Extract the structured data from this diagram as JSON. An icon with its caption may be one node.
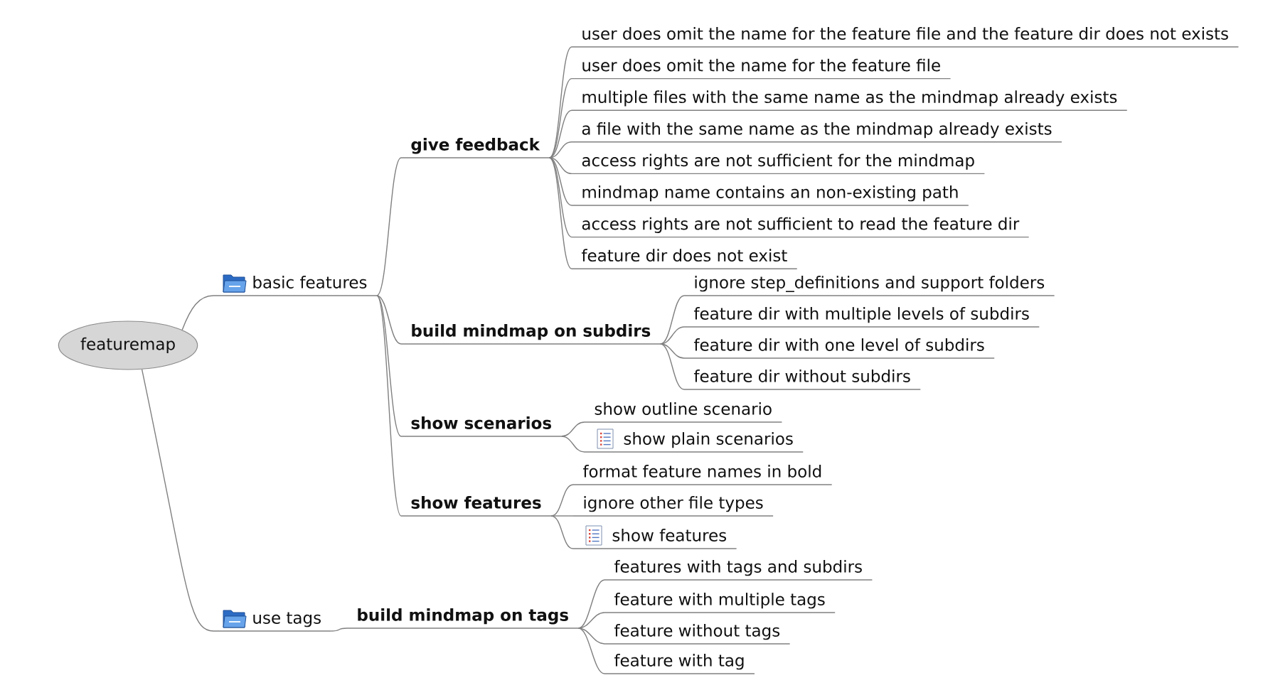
{
  "diagram": {
    "nodes": [
      {
        "text": [
          "featuremap"
        ]
      },
      {
        "text": [
          "basic features"
        ]
      },
      {
        "text": [
          "give feedback"
        ]
      },
      {
        "text": [
          "user does omit the name for the feature file and the feature dir does not exists"
        ]
      },
      {
        "text": [
          "user does omit the name for the feature file"
        ]
      },
      {
        "text": [
          "multiple files with the same name as the mindmap already exists"
        ]
      },
      {
        "text": [
          "a file with the same name as the mindmap already exists"
        ]
      },
      {
        "text": [
          "access rights are not sufficient for the mindmap"
        ]
      },
      {
        "text": [
          "mindmap name contains an non-existing path"
        ]
      },
      {
        "text": [
          "access rights are not sufficient to read the feature dir"
        ]
      },
      {
        "text": [
          "feature dir does not exist"
        ]
      },
      {
        "text": [
          "build mindmap on subdirs"
        ]
      },
      {
        "text": [
          "ignore step_definitions and support folders"
        ]
      },
      {
        "text": [
          "feature dir with multiple levels of subdirs"
        ]
      },
      {
        "text": [
          "feature dir with one level of subdirs"
        ]
      },
      {
        "text": [
          "feature dir without subdirs"
        ]
      },
      {
        "text": [
          "show scenarios"
        ]
      },
      {
        "text": [
          "show outline scenario"
        ]
      },
      {
        "text": [
          "show plain scenarios"
        ]
      },
      {
        "text": [
          "show features"
        ]
      },
      {
        "text": [
          "format feature names in bold"
        ]
      },
      {
        "text": [
          "ignore other file types"
        ]
      },
      {
        "text": [
          "show features"
        ]
      },
      {
        "text": [
          "use tags"
        ]
      },
      {
        "text": [
          "build mindmap on tags"
        ]
      },
      {
        "text": [
          "features with tags and subdirs"
        ]
      },
      {
        "text": [
          "feature with multiple tags"
        ]
      },
      {
        "text": [
          "feature without tags"
        ]
      },
      {
        "text": [
          "feature with tag"
        ]
      }
    ],
    "edges": [
      {
        "from": 0,
        "to": 1,
        "arrow": "none"
      },
      {
        "from": 0,
        "to": 23,
        "arrow": "none"
      },
      {
        "from": 1,
        "to": 2,
        "arrow": "none"
      },
      {
        "from": 1,
        "to": 11,
        "arrow": "none"
      },
      {
        "from": 1,
        "to": 16,
        "arrow": "none"
      },
      {
        "from": 1,
        "to": 19,
        "arrow": "none"
      },
      {
        "from": 2,
        "to": 3,
        "arrow": "none"
      },
      {
        "from": 2,
        "to": 4,
        "arrow": "none"
      },
      {
        "from": 2,
        "to": 5,
        "arrow": "none"
      },
      {
        "from": 2,
        "to": 6,
        "arrow": "none"
      },
      {
        "from": 2,
        "to": 7,
        "arrow": "none"
      },
      {
        "from": 2,
        "to": 8,
        "arrow": "none"
      },
      {
        "from": 2,
        "to": 9,
        "arrow": "none"
      },
      {
        "from": 2,
        "to": 10,
        "arrow": "none"
      },
      {
        "from": 11,
        "to": 12,
        "arrow": "none"
      },
      {
        "from": 11,
        "to": 13,
        "arrow": "none"
      },
      {
        "from": 11,
        "to": 14,
        "arrow": "none"
      },
      {
        "from": 11,
        "to": 15,
        "arrow": "none"
      },
      {
        "from": 16,
        "to": 17,
        "arrow": "none"
      },
      {
        "from": 16,
        "to": 18,
        "arrow": "none"
      },
      {
        "from": 19,
        "to": 20,
        "arrow": "none"
      },
      {
        "from": 19,
        "to": 21,
        "arrow": "none"
      },
      {
        "from": 19,
        "to": 22,
        "arrow": "none"
      },
      {
        "from": 23,
        "to": 24,
        "arrow": "none"
      },
      {
        "from": 24,
        "to": 25,
        "arrow": "none"
      },
      {
        "from": 24,
        "to": 26,
        "arrow": "none"
      },
      {
        "from": 24,
        "to": 27,
        "arrow": "none"
      },
      {
        "from": 24,
        "to": 28,
        "arrow": "none"
      }
    ]
  }
}
